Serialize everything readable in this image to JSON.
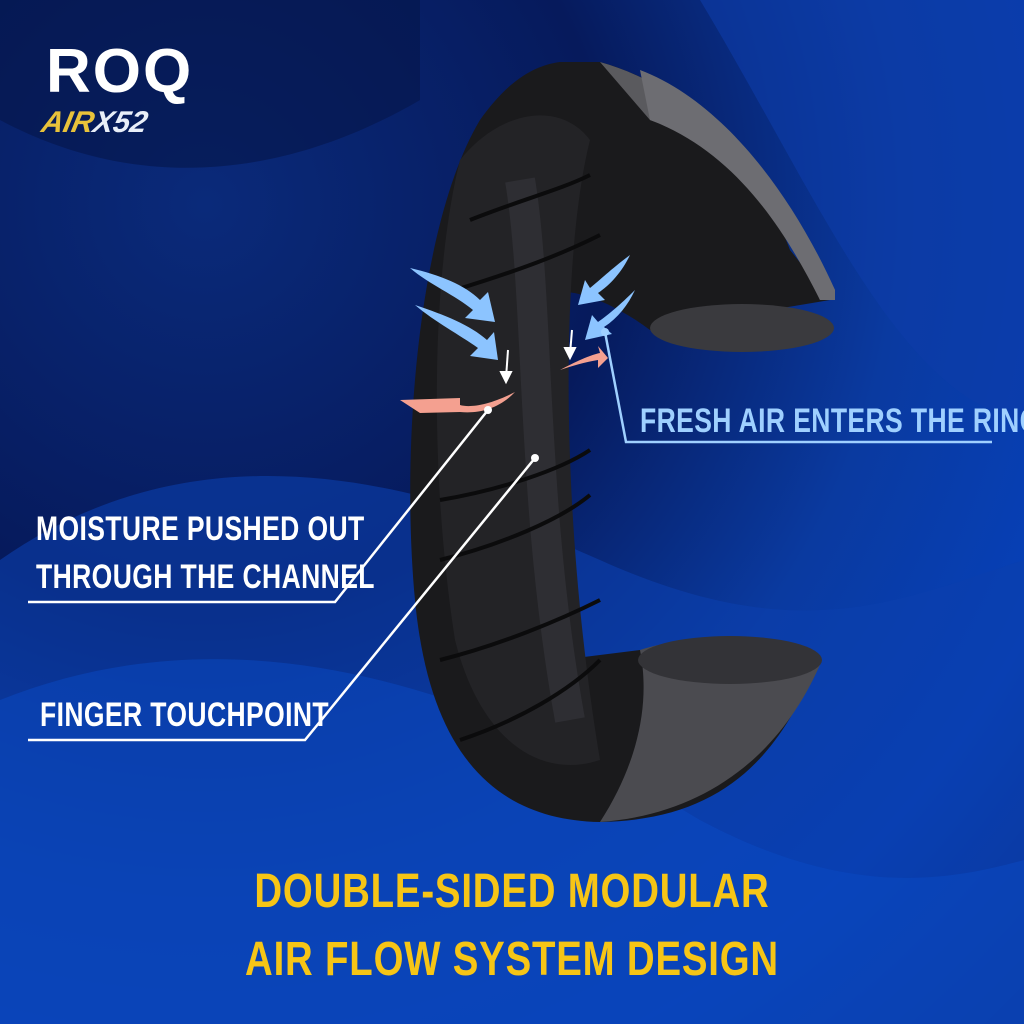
{
  "logo": {
    "brand": "ROQ",
    "sub_a": "AIR",
    "sub_b": "X52"
  },
  "labels": {
    "fresh_air": "FRESH AIR ENTERS THE RING",
    "moisture_line1": "MOISTURE PUSHED OUT",
    "moisture_line2": "THROUGH THE CHANNEL",
    "finger": "FINGER TOUCHPOINT"
  },
  "title": {
    "line1": "DOUBLE-SIDED MODULAR",
    "line2": "AIR FLOW SYSTEM DESIGN"
  },
  "colors": {
    "title": "#f6c516",
    "fresh_air": "#9fd0ff",
    "air_arrow": "#8cc4ff",
    "moisture_arrow": "#f4a090"
  }
}
